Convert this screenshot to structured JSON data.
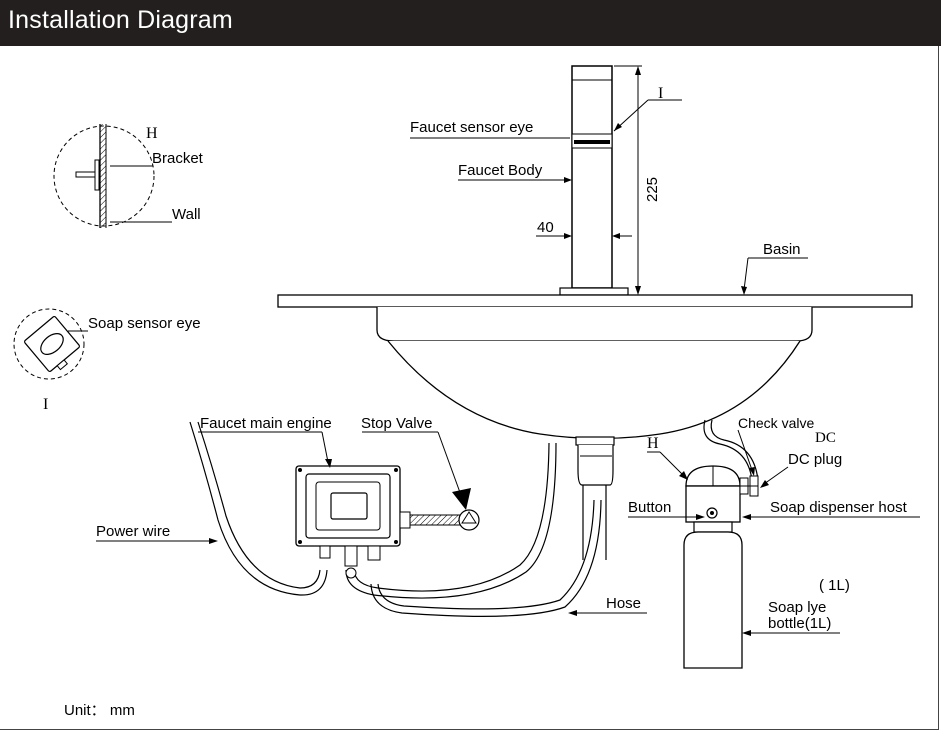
{
  "header": {
    "title": "Installation  Diagram"
  },
  "labels": {
    "detail_h": "H",
    "bracket": "Bracket",
    "wall": "Wall",
    "soap_sensor_eye": "Soap sensor eye",
    "detail_i": "I",
    "marker_i": "I",
    "faucet_sensor_eye": "Faucet sensor eye",
    "faucet_body": "Faucet Body",
    "dim_225": "225",
    "dim_40": "40",
    "basin": "Basin",
    "faucet_main_engine": "Faucet main engine",
    "stop_valve": "Stop Valve",
    "power_wire": "Power  wire",
    "hose": "Hose",
    "check_valve": "Check valve",
    "dc": "DC",
    "dc_plug": "DC plug",
    "marker_h": "H",
    "button": "Button",
    "soap_dispenser_host": "Soap dispenser host",
    "capacity": "( 1L)",
    "soap_lye_line1": "Soap lye",
    "soap_lye_line2": "bottle(1L)",
    "unit": "Unit： mm"
  },
  "colors": {
    "header_bg": "#231f1e",
    "header_text": "#ffffff",
    "stroke": "#000000"
  }
}
